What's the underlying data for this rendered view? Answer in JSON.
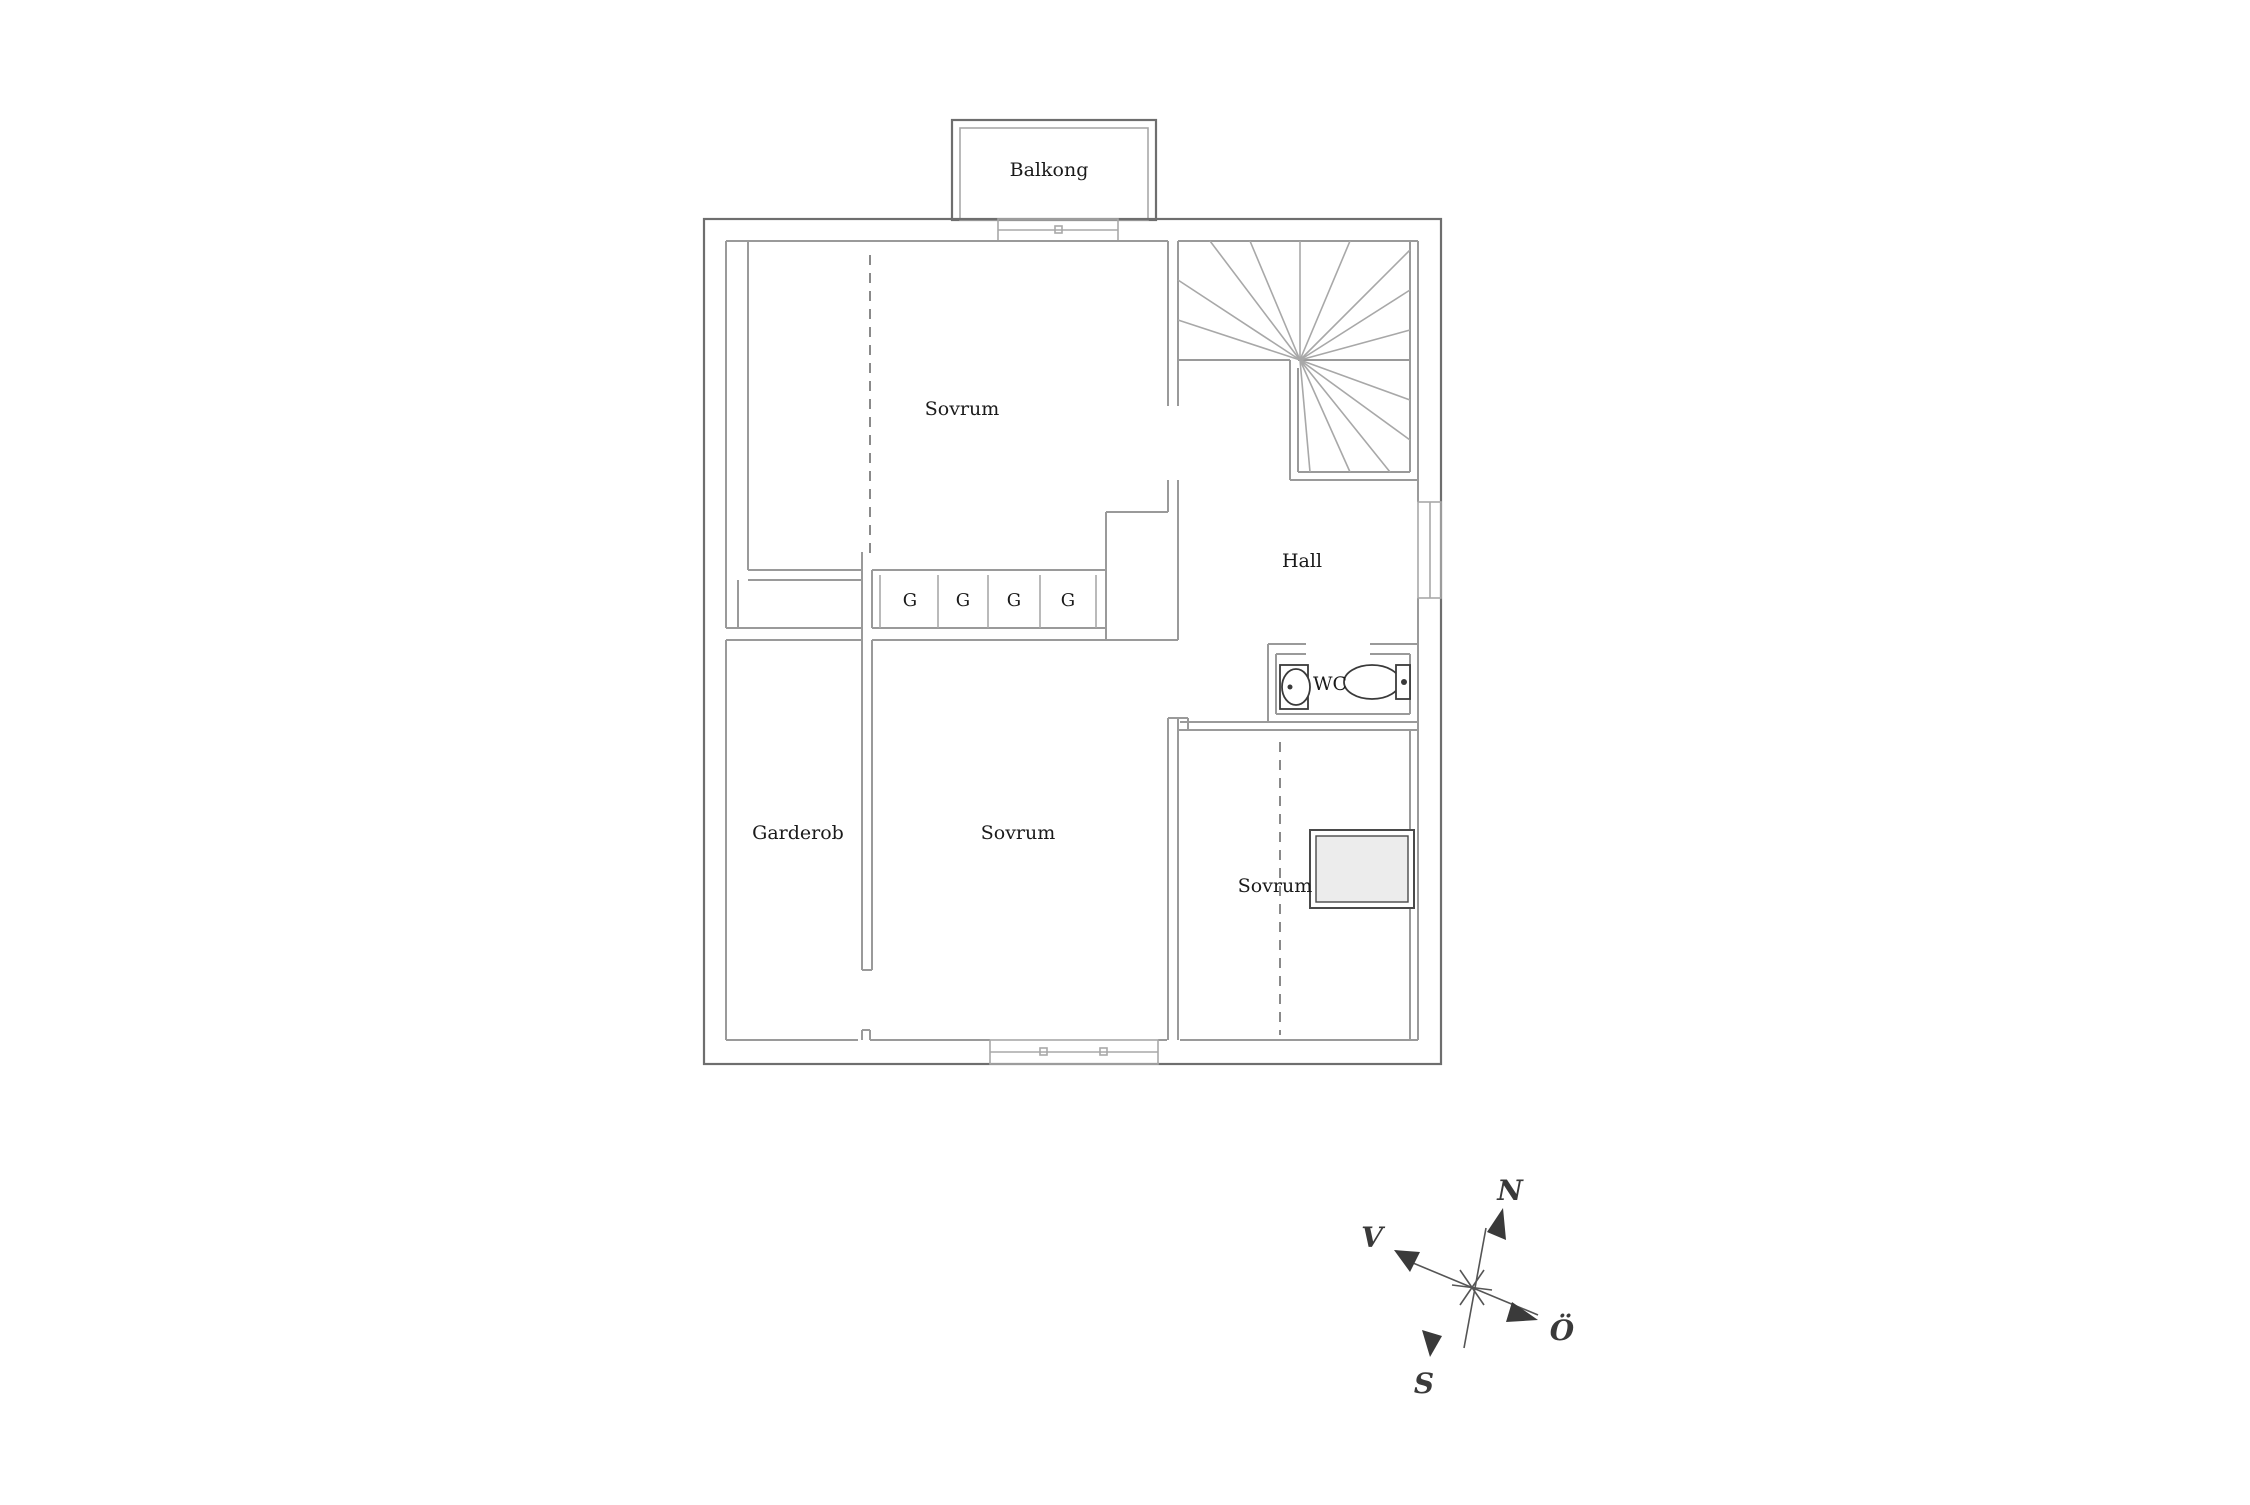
{
  "rooms": {
    "balcony": "Balkong",
    "bedroom_top": "Sovrum",
    "hall": "Hall",
    "wc": "WC",
    "wardrobe": "Garderob",
    "bedroom_bottom_left": "Sovrum",
    "bedroom_bottom_right": "Sovrum"
  },
  "closets": [
    "G",
    "G",
    "G",
    "G"
  ],
  "compass": {
    "north": "N",
    "east": "Ö",
    "south": "S",
    "west": "V"
  },
  "colors": {
    "wall": "#9a9a9a",
    "fixture": "#3a3a3a",
    "compass": "#3a3a3a"
  }
}
